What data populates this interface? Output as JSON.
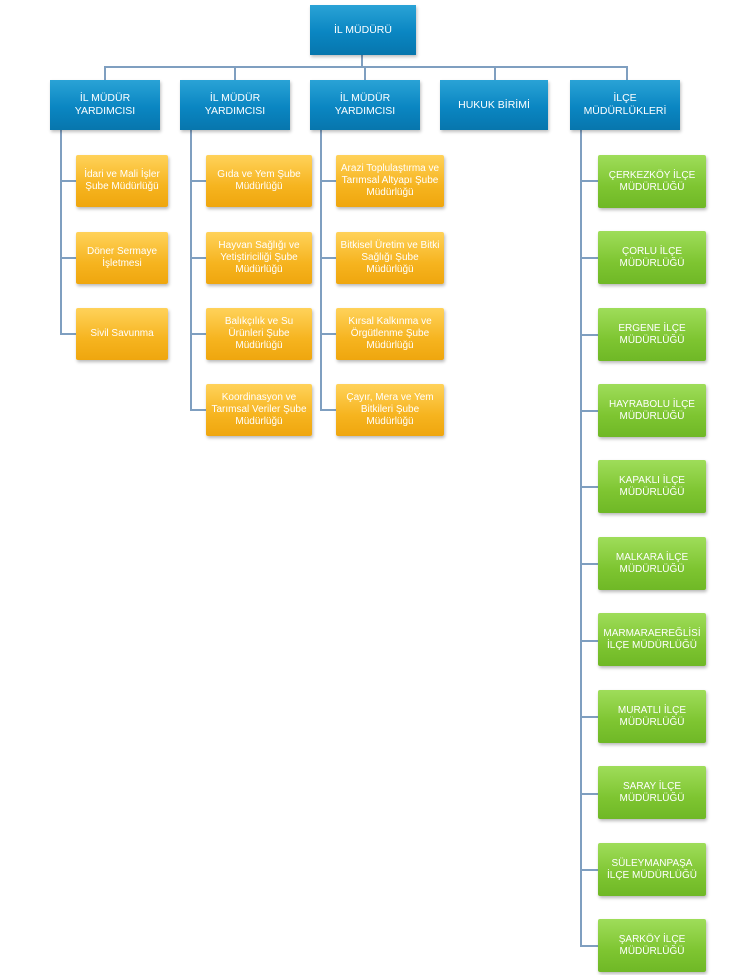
{
  "colors": {
    "blue_box": "#0a86c2",
    "orange_box": "#f6b41f",
    "green_box": "#7ec531",
    "connector": "#7f9fc0",
    "text": "#ffffff"
  },
  "root": "İL MÜDÜRÜ",
  "top_level": [
    {
      "label": "İL MÜDÜR YARDIMCISI",
      "children": [
        "İdari ve Mali İşler Şube Müdürlüğü",
        "Döner Sermaye İşletmesi",
        "Sivil Savunma"
      ]
    },
    {
      "label": "İL MÜDÜR YARDIMCISI",
      "children": [
        "Gıda ve Yem Şube Müdürlüğü",
        "Hayvan Sağlığı ve Yetiştiriciliği Şube Müdürlüğü",
        "Balıkçılık ve Su Ürünleri Şube Müdürlüğü",
        "Koordinasyon ve Tarımsal Veriler Şube Müdürlüğü"
      ]
    },
    {
      "label": "İL MÜDÜR YARDIMCISI",
      "children": [
        "Arazi Toplulaştırma ve Tarımsal Altyapı Şube Müdürlüğü",
        "Bitkisel Üretim ve Bitki Sağlığı Şube Müdürlüğü",
        "Kırsal Kalkınma ve Örgütlenme Şube Müdürlüğü",
        "Çayır, Mera ve Yem Bitkileri Şube Müdürlüğü"
      ]
    },
    {
      "label": "HUKUK BİRİMİ",
      "children": []
    },
    {
      "label": "İLÇE MÜDÜRLÜKLERİ",
      "children": [
        "ÇERKEZKÖY İLÇE MÜDÜRLÜĞÜ",
        "ÇORLU İLÇE MÜDÜRLÜĞÜ",
        "ERGENE İLÇE MÜDÜRLÜĞÜ",
        "HAYRABOLU İLÇE MÜDÜRLÜĞÜ",
        "KAPAKLI İLÇE MÜDÜRLÜĞÜ",
        "MALKARA İLÇE MÜDÜRLÜĞÜ",
        "MARMARAEREĞLİSİ İLÇE MÜDÜRLÜĞÜ",
        "MURATLI İLÇE MÜDÜRLÜĞÜ",
        "SARAY İLÇE MÜDÜRLÜĞÜ",
        "SÜLEYMANPAŞA İLÇE MÜDÜRLÜĞÜ",
        "ŞARKÖY İLÇE MÜDÜRLÜĞÜ"
      ]
    }
  ]
}
